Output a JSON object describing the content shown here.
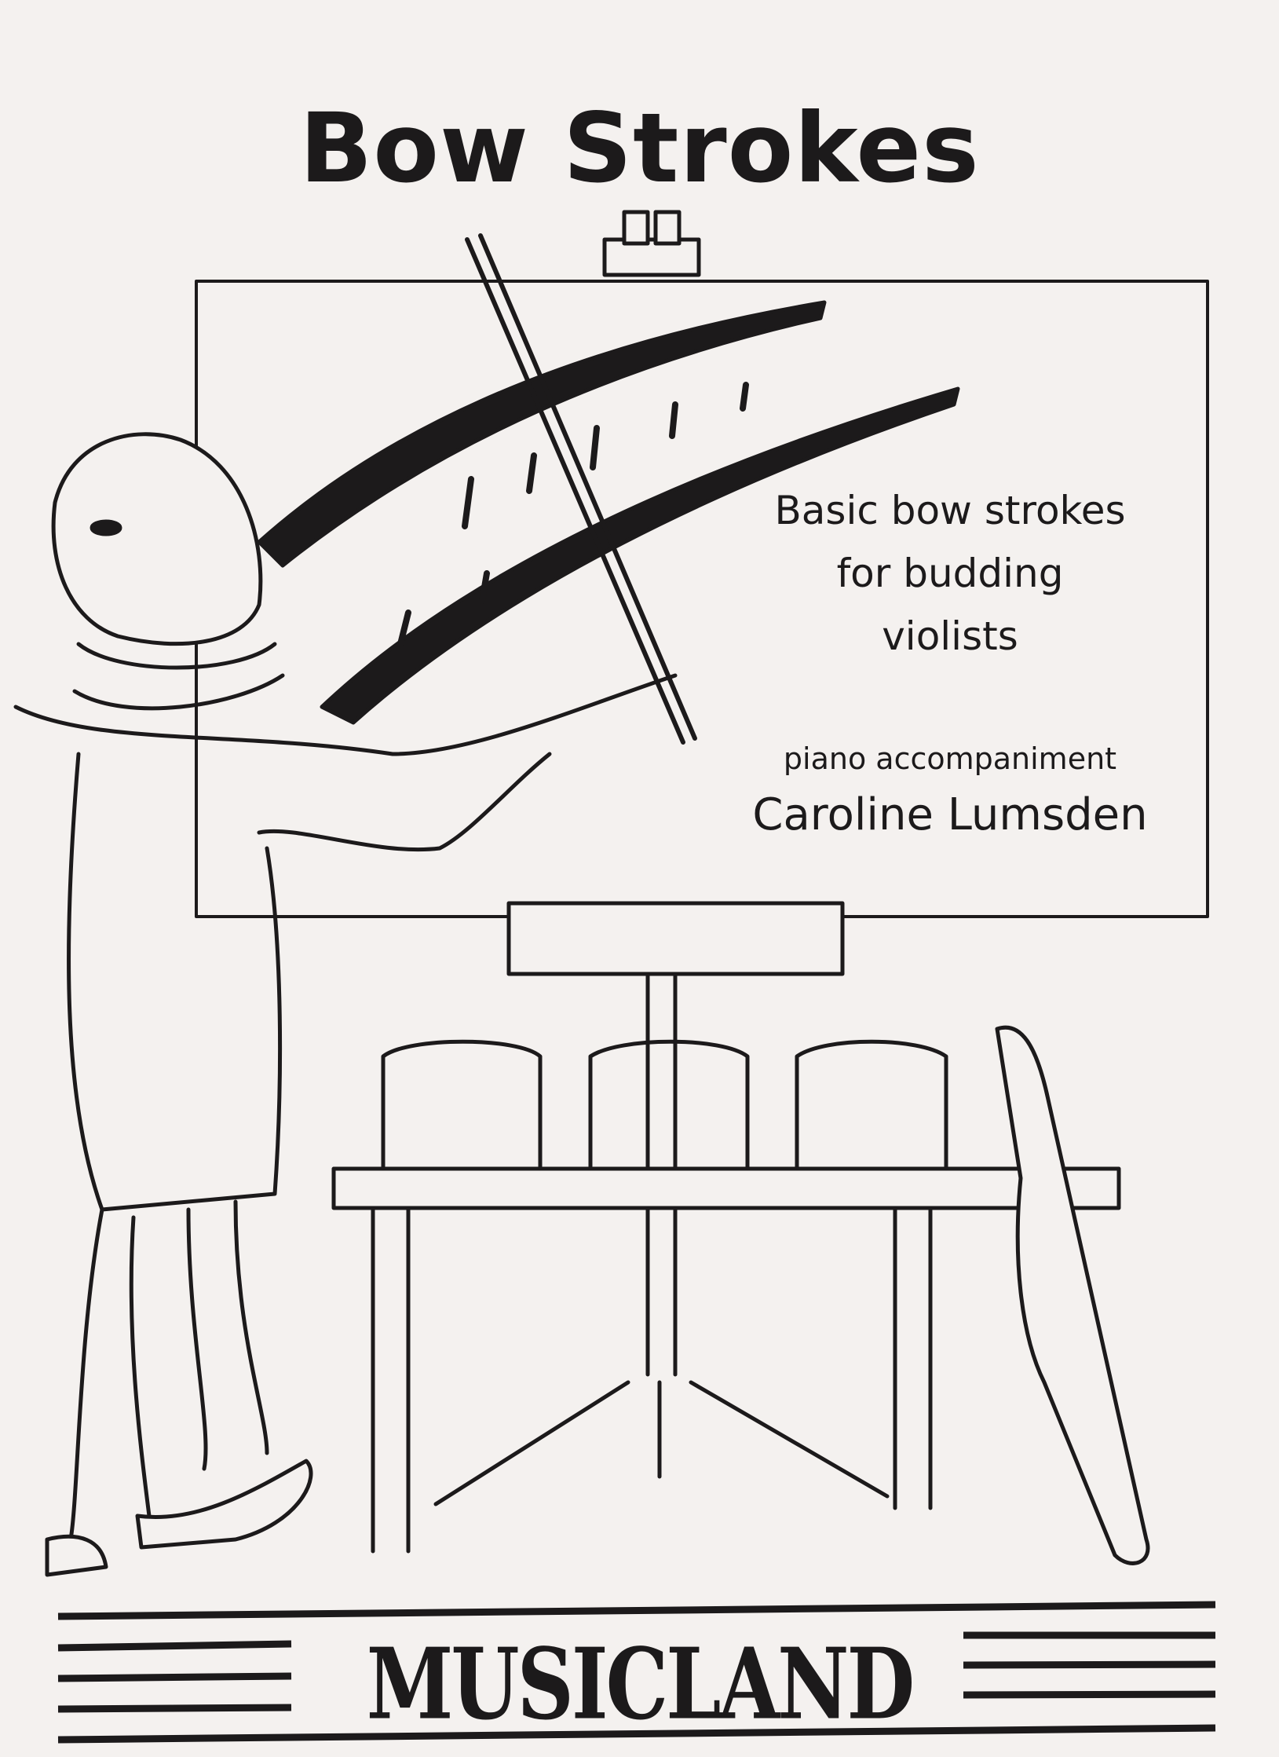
{
  "cover": {
    "title": "Bow Strokes",
    "subtitle_lines": [
      "Basic bow strokes",
      "for budding",
      "violists"
    ],
    "accompaniment": "piano accompaniment",
    "author": "Caroline Lumsden",
    "publisher": "MUSICLAND"
  },
  "colors": {
    "ink": "#1c1a1b",
    "paper": "#f4f1ef"
  }
}
